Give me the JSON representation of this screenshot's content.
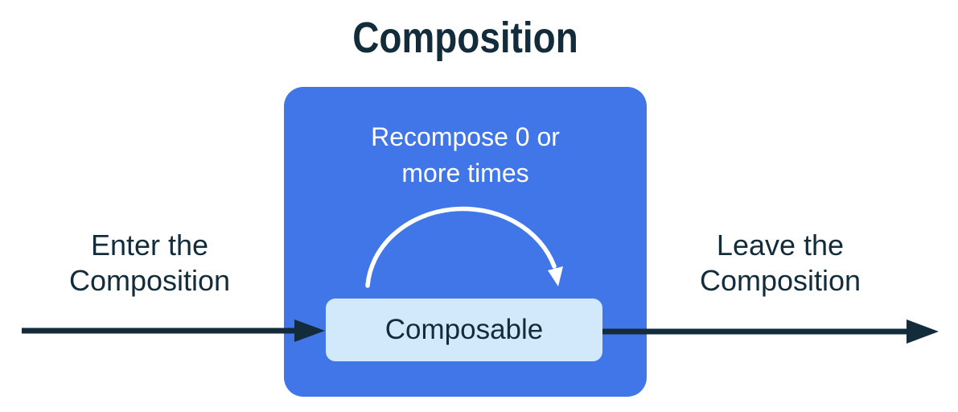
{
  "title": "Composition",
  "colors": {
    "ink": "#132C3B",
    "composition_blue": "#4176E9",
    "composable_fill": "#D2E9FC",
    "arc": "#FFFFFF",
    "background": "#FFFFFF"
  },
  "composition_box": {
    "recompose_label": "Recompose 0 or\nmore times",
    "composable_label": "Composable"
  },
  "flow_labels": {
    "enter": "Enter the\nComposition",
    "leave": "Leave the\nComposition"
  }
}
